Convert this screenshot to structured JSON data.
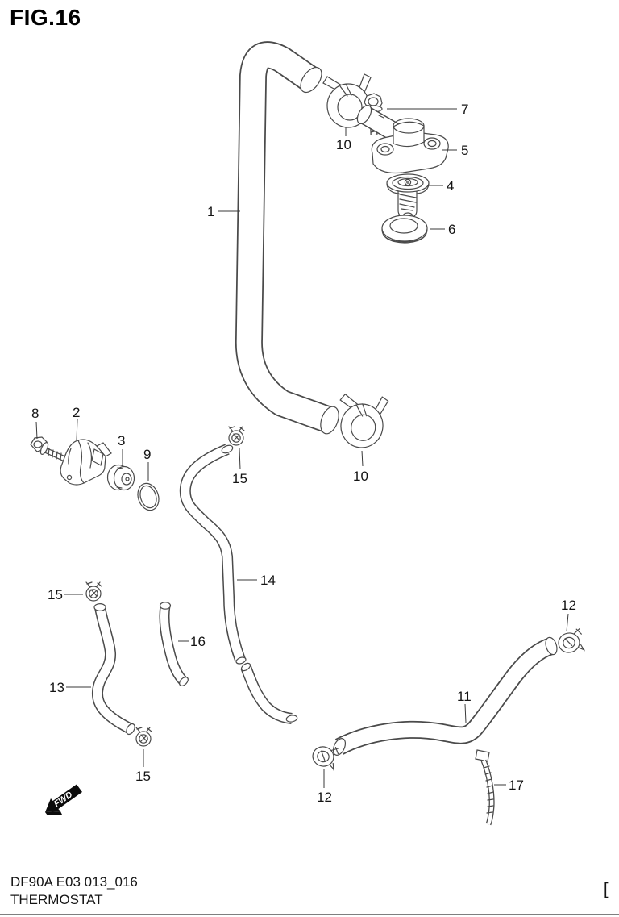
{
  "title": "FIG.16",
  "footer": {
    "code": "DF90A E03 013_016",
    "title": "THERMOSTAT",
    "edge_bracket": "["
  },
  "fwd_label": "FWD",
  "colors": {
    "line": "#4a4a4a",
    "label": "#141414",
    "background": "#ffffff"
  },
  "callouts": [
    {
      "text": "1"
    },
    {
      "text": "10"
    },
    {
      "text": "7"
    },
    {
      "text": "5"
    },
    {
      "text": "4"
    },
    {
      "text": "6"
    },
    {
      "text": "8"
    },
    {
      "text": "2"
    },
    {
      "text": "3"
    },
    {
      "text": "9"
    },
    {
      "text": "15"
    },
    {
      "text": "10"
    },
    {
      "text": "14"
    },
    {
      "text": "15"
    },
    {
      "text": "13"
    },
    {
      "text": "16"
    },
    {
      "text": "15"
    },
    {
      "text": "11"
    },
    {
      "text": "12"
    },
    {
      "text": "12"
    },
    {
      "text": "17"
    }
  ]
}
